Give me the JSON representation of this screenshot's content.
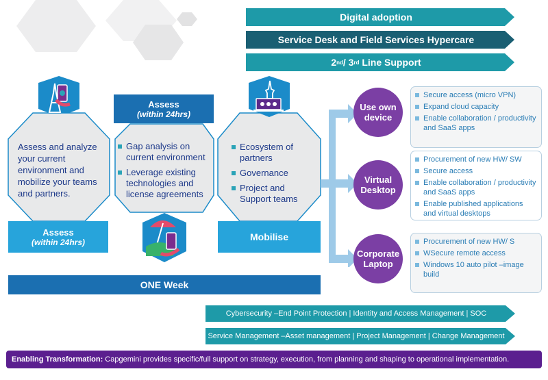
{
  "top_banners": {
    "digital_adoption": "Digital adoption",
    "hypercare": "Service Desk and Field Services Hypercare",
    "support_a": "2",
    "support_sup1": "nd",
    "support_b": "/ 3",
    "support_sup2": "rd",
    "support_c": " Line Support"
  },
  "phase1": {
    "text": "Assess and analyze your current environment and mobilize your teams and partners.",
    "label_title": "Assess",
    "label_sub": "(within 24hrs)"
  },
  "phase2": {
    "header_title": "Assess",
    "header_sub": "(within 24hrs)",
    "items": [
      "Gap analysis on current environment",
      "Leverage existing technologies and license agreements"
    ]
  },
  "phase3": {
    "items": [
      "Ecosystem of partners",
      "Governance",
      "Project and Support teams"
    ],
    "label": "Mobilise"
  },
  "one_week": "ONE Week",
  "options": [
    {
      "name": "Use own device",
      "items": [
        "Secure access (micro VPN)",
        "Expand cloud capacity",
        "Enable collaboration / productivity and SaaS apps"
      ]
    },
    {
      "name": "Virtual Desktop",
      "items": [
        "Procurement of new HW/ SW",
        "Secure access",
        "Enable collaboration / productivity and SaaS apps",
        "Enable published applications and virtual desktops"
      ]
    },
    {
      "name": "Corporate Laptop",
      "items": [
        "Procurement of new HW/ S",
        "WSecure remote access",
        "Windows 10 auto pilot –image build"
      ]
    }
  ],
  "bottom_banners": {
    "cyber": "Cybersecurity –End Point Protection | Identity and Access Management | SOC",
    "service": "Service Management –Asset management | Project Management | Change Management"
  },
  "footer": {
    "bold": "Enabling Transformation:",
    "text": " Capgemini provides specific/full support on strategy, execution, from planning and shaping to operational implementation."
  },
  "icons": [
    "eiffel-phone-icon",
    "beach-phone-icon",
    "liberty-laptop-icon"
  ],
  "colors": {
    "teal": "#1e9aa8",
    "dark_teal": "#1a5f73",
    "blue": "#1b6fb1",
    "light_blue": "#27a4db",
    "purple": "#7b3fa4",
    "footer_purple": "#5b1f8f",
    "hex_fill": "#e8e9ea"
  }
}
